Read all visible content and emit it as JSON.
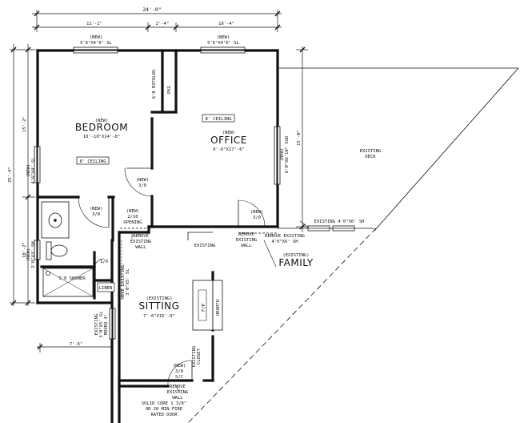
{
  "dimensions": {
    "overall": "24'-0\"",
    "top_left": "11'-1\"",
    "top_mid": "2'-4\"",
    "top_right": "10'-4\"",
    "left_upper": "15'-2\"",
    "left_total": "25'-4\"",
    "left_lower": "10'-2\"",
    "office_right": "15'-0\"",
    "sitting_left": "7'-6\""
  },
  "rooms": {
    "bedroom": {
      "tag": "(NEW)",
      "name": "BEDROOM",
      "size": "10'-10\"X14'-8\"",
      "ceiling": "8' CEILING"
    },
    "office": {
      "tag": "(NEW)",
      "name": "OFFICE",
      "size": "9'-6\"X17'-6\"",
      "ceiling": "8' CEILING"
    },
    "sitting": {
      "tag": "(EXISTING)",
      "name": "SITTING",
      "size": "7'-6\"X15'-0\""
    },
    "family": {
      "tag": "(EXISTING)",
      "name": "FAMILY"
    },
    "deck": {
      "line1": "EXISTING",
      "line2": "DECK"
    }
  },
  "windows": {
    "bedroom_top": {
      "tag": "(NEW)",
      "spec": "5'6\"X4'6\" SL"
    },
    "office_top": {
      "tag": "(NEW)",
      "spec": "5'6\"X4'6\" SL"
    },
    "bedroom_left": {
      "tag": "(NEW)",
      "spec": "4'6\"X4' SL"
    },
    "office_right": {
      "tag": "(NEW)",
      "spec": "6'0\"X6'10\" SGD"
    },
    "bath_left": {
      "tag": "(NEW)",
      "spec": "2'0\"X3' SH"
    },
    "existing_right": "EXISTING 4'0\"X6' SH",
    "move_existing": {
      "line1": "MOVE EXISTING",
      "line2": "3'0\"X5' SL"
    },
    "sitting_left": {
      "line1": "EXISTING",
      "line2": "3'0\"X5' SL",
      "line3": "MOVED 4'"
    }
  },
  "doors": {
    "bedroom": {
      "tag": "(NEW)",
      "size": "3/0"
    },
    "bath": {
      "tag": "(NEW)",
      "size": "3/0"
    },
    "office": {
      "tag": "(NEW)",
      "size": "3/0"
    },
    "closet_small": "1/0",
    "opening": {
      "tag": "(NEW)",
      "line1": "2/10",
      "line2": "OPENING"
    },
    "fire": {
      "tag": "(NEW)",
      "line1": "3/0",
      "line2": "S/C"
    }
  },
  "notes": {
    "bifolds": "6'0 BIFOLDS",
    "pkg": "PKG",
    "remove_wall_left": {
      "line1": "REMOVE",
      "line2": "EXISTING",
      "line3": "WALL"
    },
    "remove_wall_right": {
      "line1": "REMOVE",
      "line2": "EXISTING",
      "line3": "WALL"
    },
    "remove_window": {
      "line1": "REMOVE EXISTING",
      "line2": "4'0\"X6' SH"
    },
    "existing_top": "EXISTING",
    "shower": "5'0 SHOWER",
    "linen": "LINEN",
    "fp": "F/P",
    "hearth": "HEARTH",
    "closet": {
      "line1": "EXISTING",
      "line2": "CLOSET"
    },
    "remove_wall_bottom": {
      "line1": "REMOVE",
      "line2": "EXISTING",
      "line3": "WALL"
    },
    "fire_door": {
      "line1": "SOLID CORE 1 3/8\"",
      "line2": "OR 20 MIN FIRE",
      "line3": "RATED DOOR"
    }
  }
}
